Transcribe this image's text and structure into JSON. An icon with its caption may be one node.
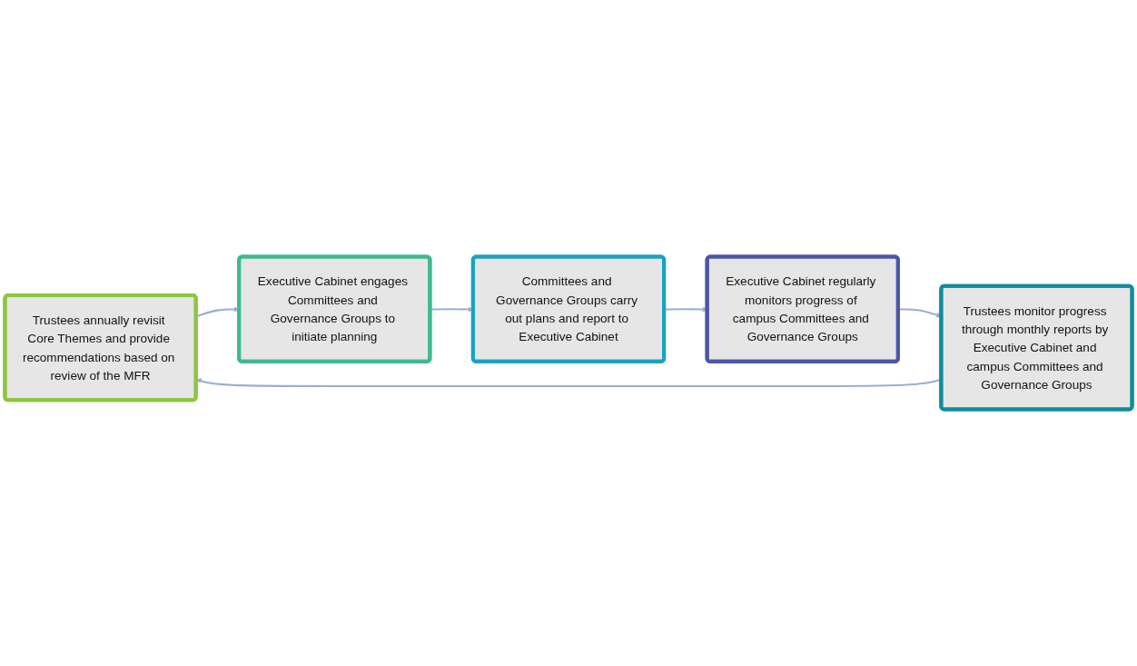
{
  "diagram": {
    "nodes": [
      {
        "text": [
          "Trustees annually revisit Core Themes and provide recommendations based on review of the MFR"
        ]
      },
      {
        "text": [
          "Trustees monitor progress through monthly reports by Executive Cabinet and campus Committees and Governance Groups"
        ]
      },
      {
        "text": [
          "Executive Cabinet engages Committees and Governance Groups to initiate planning"
        ]
      },
      {
        "text": [
          "Executive Cabinet regularly monitors progress of campus Committees and Governance Groups"
        ]
      },
      {
        "text": [
          "Committees and Governance Groups carry out plans and report to Executive Cabinet"
        ]
      }
    ],
    "edges": [
      {
        "from": 0,
        "to": 2,
        "arrow": "to"
      },
      {
        "from": 2,
        "to": 4,
        "arrow": "to"
      },
      {
        "from": 4,
        "to": 3,
        "arrow": "to"
      },
      {
        "from": 3,
        "to": 1,
        "arrow": "to"
      },
      {
        "from": 1,
        "to": 0,
        "arrow": "to"
      }
    ]
  }
}
